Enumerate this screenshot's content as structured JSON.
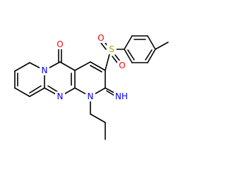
{
  "molecule": {
    "atoms": {
      "oxygen_carbonyl": {
        "symbol": "O",
        "color": "#ff0000"
      },
      "oxygen_sulfonyl_left": {
        "symbol": "O",
        "color": "#ff0000"
      },
      "oxygen_sulfonyl_right": {
        "symbol": "O",
        "color": "#ff0000"
      },
      "sulfur": {
        "symbol": "S",
        "color": "#b8a000"
      },
      "nitrogen_pyrido": {
        "symbol": "N",
        "color": "#0000ff"
      },
      "nitrogen_bridge": {
        "symbol": "N",
        "color": "#0000ff"
      },
      "nitrogen_propyl": {
        "symbol": "N",
        "color": "#0000ff"
      },
      "imine": {
        "symbol": "NH",
        "color": "#0000ff"
      }
    },
    "colors": {
      "bond": "#000000",
      "oxygen": "#ff0000",
      "nitrogen": "#0000ff",
      "sulfur": "#b8a000"
    }
  }
}
